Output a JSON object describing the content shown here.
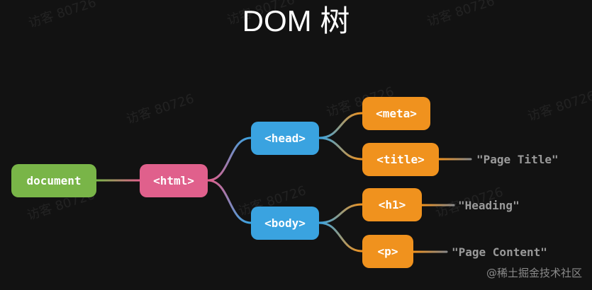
{
  "title": "DOM 树",
  "nodes": {
    "document": {
      "label": "document",
      "color": "#79b548"
    },
    "html": {
      "label": "<html>",
      "color": "#e0608c"
    },
    "head": {
      "label": "<head>",
      "color": "#3aa3e0"
    },
    "body": {
      "label": "<body>",
      "color": "#3aa3e0"
    },
    "meta": {
      "label": "<meta>",
      "color": "#f0921e"
    },
    "title_tag": {
      "label": "<title>",
      "color": "#f0921e"
    },
    "h1": {
      "label": "<h1>",
      "color": "#f0921e"
    },
    "p": {
      "label": "<p>",
      "color": "#f0921e"
    }
  },
  "text_nodes": {
    "title_text": "\"Page Title\"",
    "h1_text": "\"Heading\"",
    "p_text": "\"Page Content\""
  },
  "watermark": "访客 80726",
  "brand": "@稀土掘金技术社区"
}
